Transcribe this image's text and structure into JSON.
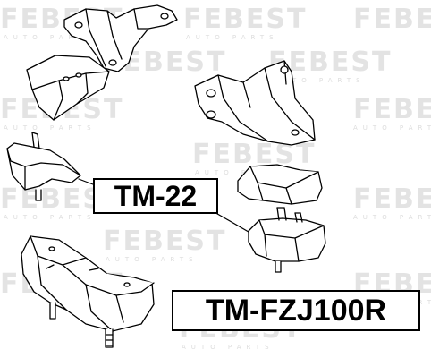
{
  "watermark": {
    "brand": "FEBEST",
    "tagline": "AUTO PARTS",
    "color": "#e3e3e3"
  },
  "labels": {
    "upper": "TM-22",
    "lower": "TM-FZJ100R"
  },
  "colors": {
    "ink": "#000000",
    "background": "#ffffff"
  }
}
